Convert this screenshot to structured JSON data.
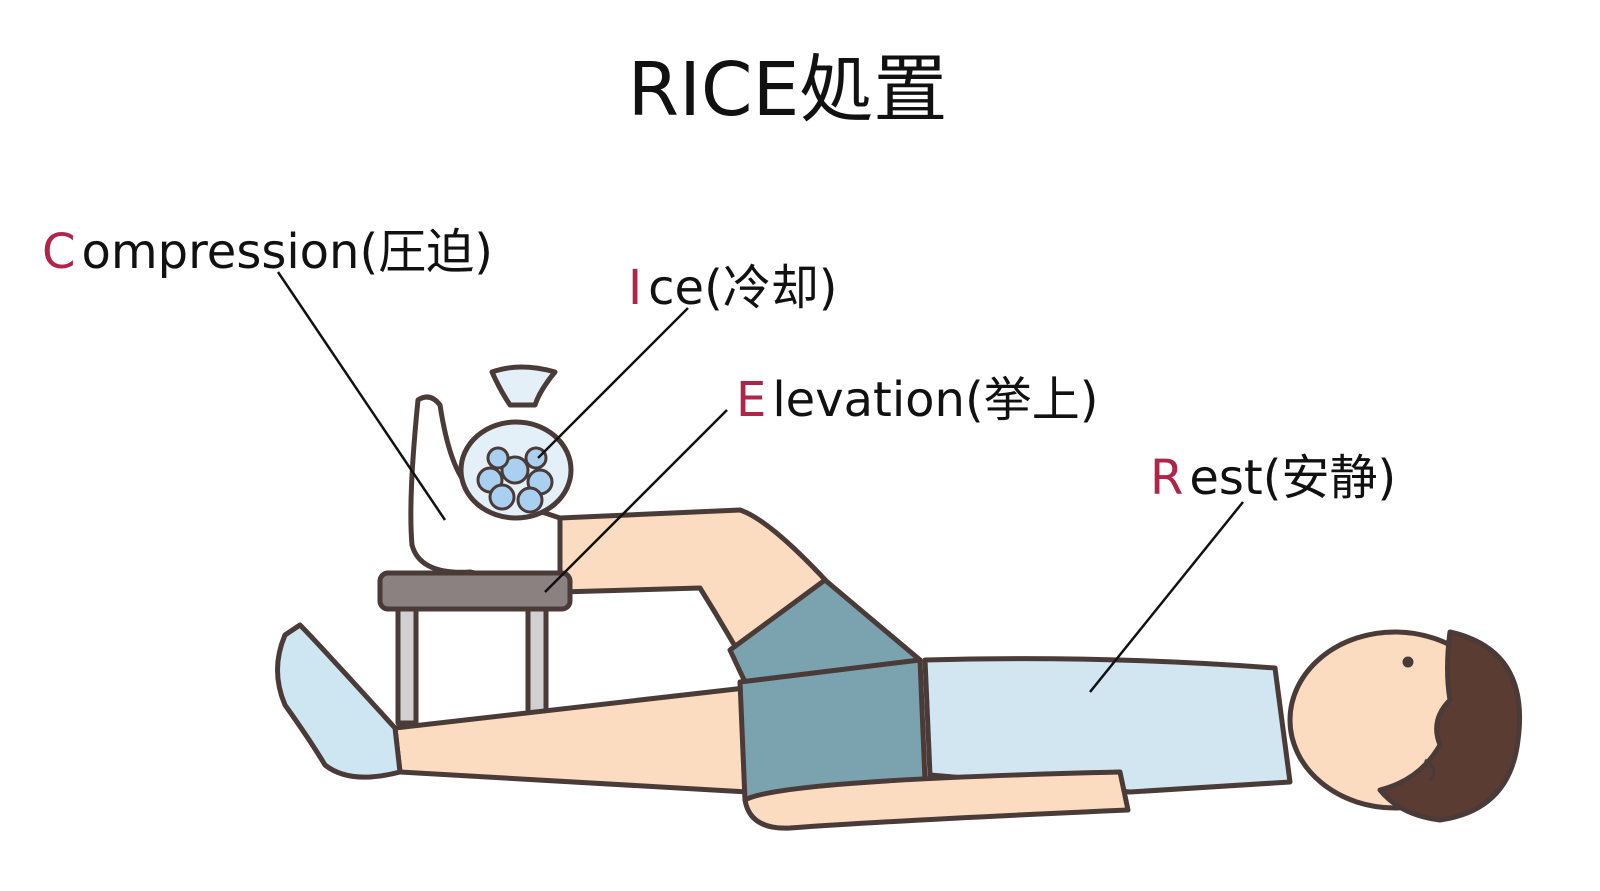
{
  "title": "RICE処置",
  "labels": {
    "compression": {
      "initial": "C",
      "rest": "ompression(圧迫)"
    },
    "ice": {
      "initial": "I",
      "rest": "ce(冷却)"
    },
    "elevation": {
      "initial": "E",
      "rest": "levation(挙上)"
    },
    "rest": {
      "initial": "R",
      "rest": "est(安静)"
    }
  },
  "colors": {
    "accent": "#b0244a",
    "skin": "#fbdcc0",
    "shirt": "#d1e6f0",
    "shorts": "#7aa3af",
    "hair": "#5a3c33",
    "outline": "#4a3b38"
  }
}
